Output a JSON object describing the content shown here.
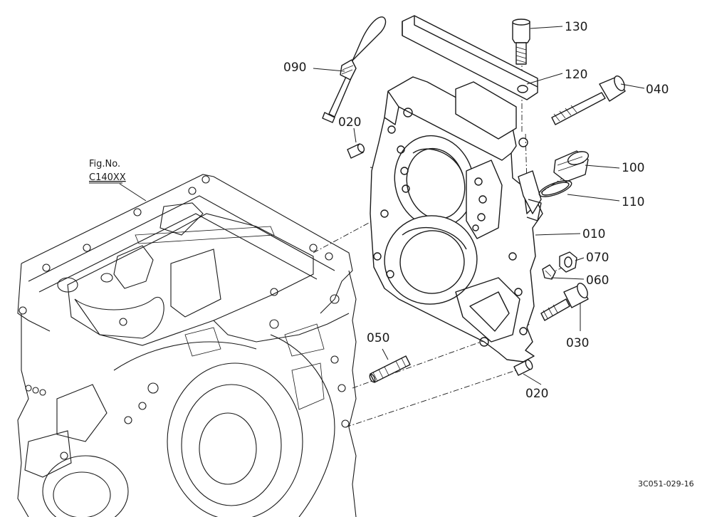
{
  "figure": {
    "fig_no_label": "Fig.No.",
    "fig_no_value": "C140XX",
    "drawing_code": "3C051-029-16"
  },
  "callouts": {
    "p130": "130",
    "p120": "120",
    "p040": "040",
    "p090": "090",
    "p020_top": "020",
    "p100": "100",
    "p110": "110",
    "p010": "010",
    "p070": "070",
    "p060": "060",
    "p030": "030",
    "p050": "050",
    "p020_bottom": "020"
  }
}
